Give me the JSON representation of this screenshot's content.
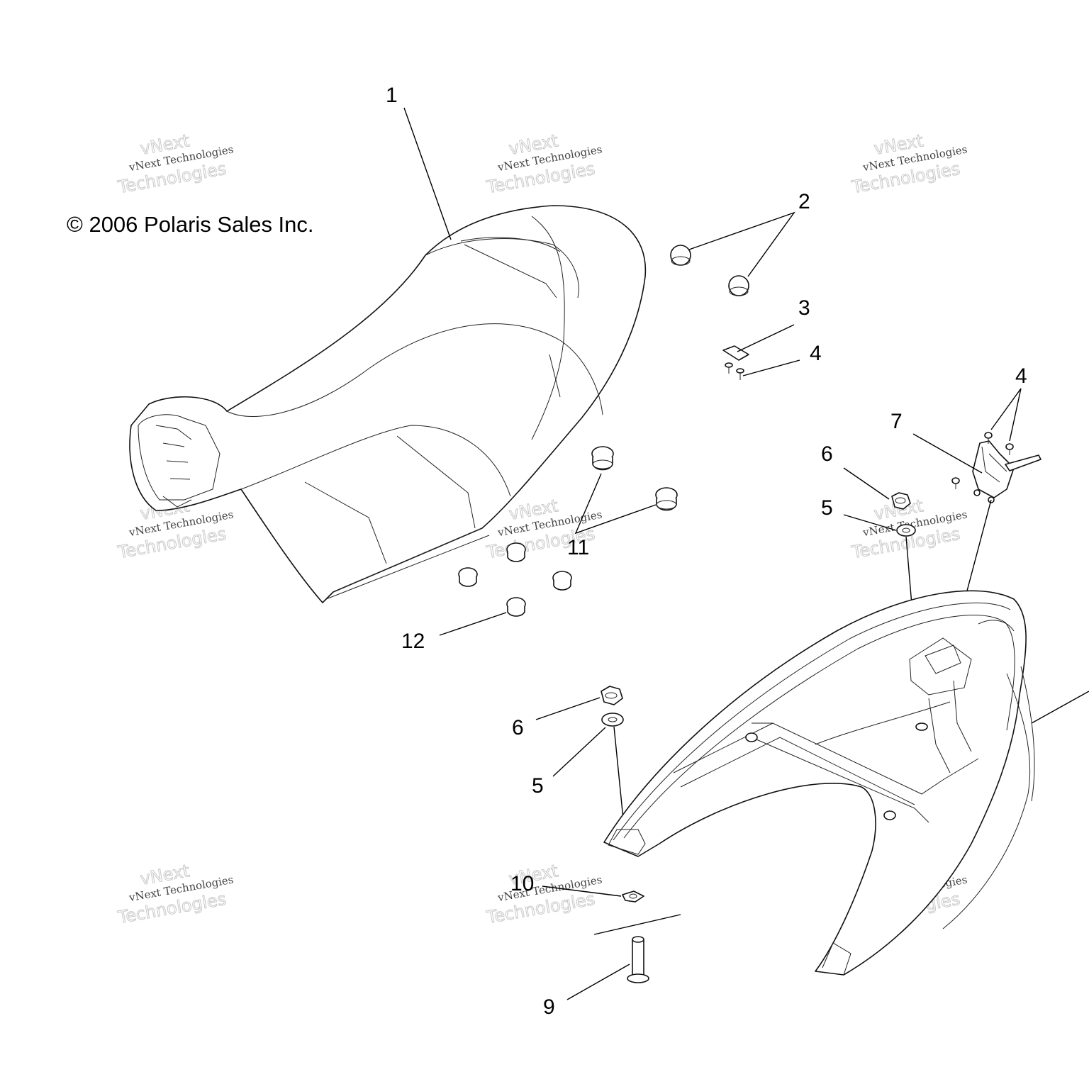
{
  "copyright": "© 2006 Polaris Sales Inc.",
  "watermark": {
    "line1": "vNext",
    "line2": "vNext Technologies",
    "line3": "Technologies"
  },
  "callouts": {
    "c1": "1",
    "c2": "2",
    "c3": "3",
    "c4a": "4",
    "c4b": "4",
    "c5a": "5",
    "c5b": "5",
    "c6a": "6",
    "c6b": "6",
    "c7": "7",
    "c9": "9",
    "c10": "10",
    "c11": "11",
    "c12": "12"
  }
}
